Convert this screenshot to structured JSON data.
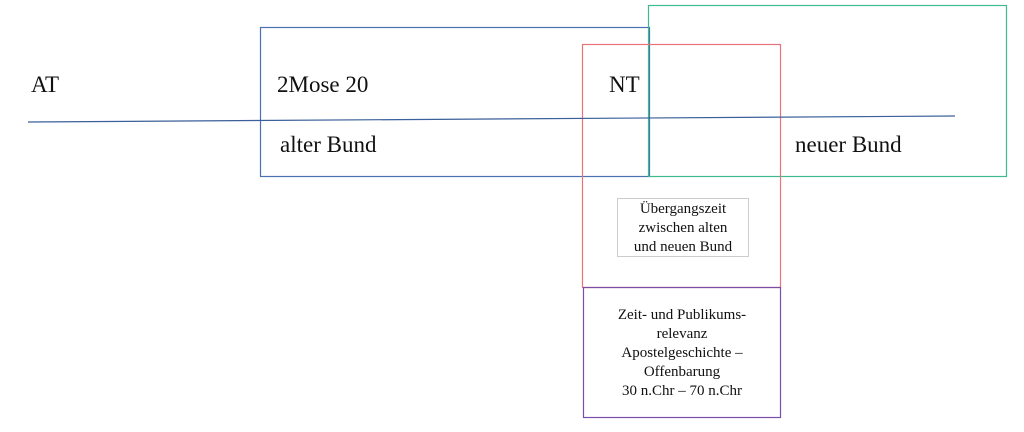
{
  "labels": {
    "at": "AT",
    "mose": "2Mose 20",
    "nt": "NT",
    "alter_bund": "alter Bund",
    "neuer_bund": "neuer Bund"
  },
  "transition_box": [
    "Übergangszeit",
    "zwischen alten",
    "und neuen Bund"
  ],
  "relevance_box": [
    "Zeit- und Publikums-",
    "relevanz",
    "Apostelgeschichte –",
    "Offenbarung",
    "30 n.Chr – 70 n.Chr"
  ],
  "colors": {
    "old_covenant": "#4a72b0",
    "nt": "#e8737a",
    "new_covenant": "#3dbb8f",
    "relevance": "#7a4ea8",
    "timeline": "#3a5f9a",
    "transition": "#cccccc"
  }
}
